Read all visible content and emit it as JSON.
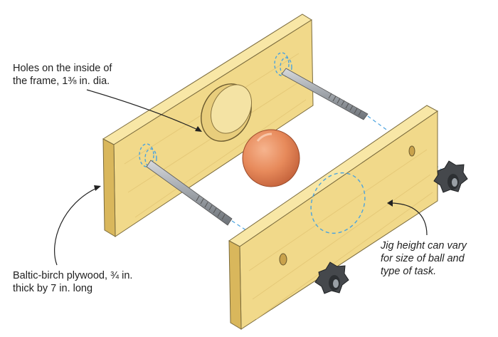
{
  "annotations": {
    "holes": {
      "line1": "Holes on the inside of",
      "line2": "the frame, 1⅜ in. dia."
    },
    "plywood": {
      "line1": "Baltic-birch plywood, ¾ in.",
      "line2": "thick by 7 in. long"
    },
    "jig": {
      "line1": "Jig height can vary",
      "line2": "for size of ball and",
      "line3": "type of task."
    }
  },
  "colors": {
    "wood_face": "#f1d98a",
    "wood_top": "#f8e7a6",
    "wood_edge": "#d9b75c",
    "ball": "#e78a5b",
    "rod": "#a9adb3",
    "knob": "#45484c",
    "hidden_line": "#4aa3df",
    "leader": "#222222"
  }
}
